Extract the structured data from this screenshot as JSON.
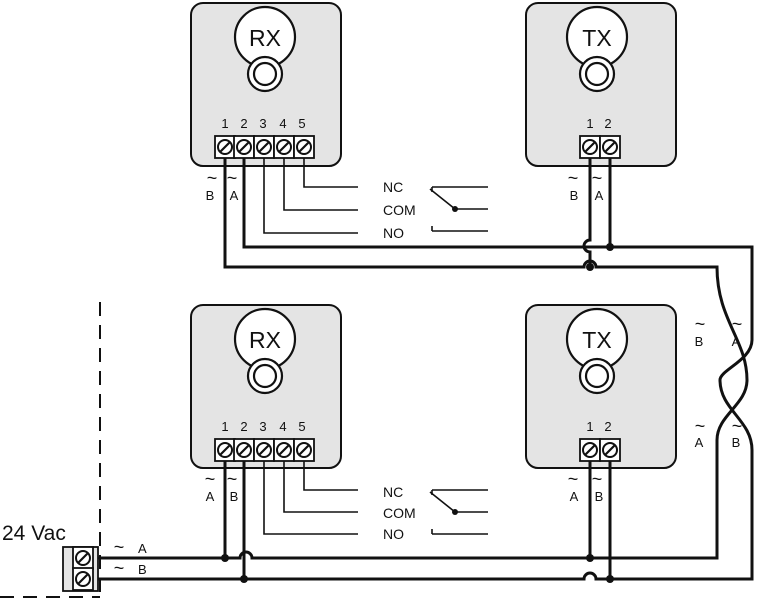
{
  "units": [
    {
      "id": "rx-top",
      "label": "RX",
      "terminals": [
        "1",
        "2",
        "3",
        "4",
        "5"
      ],
      "wire_labels": [
        "B",
        "A"
      ]
    },
    {
      "id": "tx-top",
      "label": "TX",
      "terminals": [
        "1",
        "2"
      ],
      "wire_labels": [
        "B",
        "A"
      ]
    },
    {
      "id": "rx-bottom",
      "label": "RX",
      "terminals": [
        "1",
        "2",
        "3",
        "4",
        "5"
      ],
      "wire_labels": [
        "A",
        "B"
      ]
    },
    {
      "id": "tx-bottom",
      "label": "TX",
      "terminals": [
        "1",
        "2"
      ],
      "wire_labels": [
        "A",
        "B"
      ]
    }
  ],
  "relay_top": {
    "nc": "NC",
    "com": "COM",
    "no": "NO"
  },
  "relay_bottom": {
    "nc": "NC",
    "com": "COM",
    "no": "NO"
  },
  "cross_labels": {
    "upper_left": "B",
    "upper_right": "A",
    "lower_left": "A",
    "lower_right": "B"
  },
  "power": {
    "label": "24 Vac",
    "line_a": "A",
    "line_b": "B"
  },
  "tilde": "~"
}
